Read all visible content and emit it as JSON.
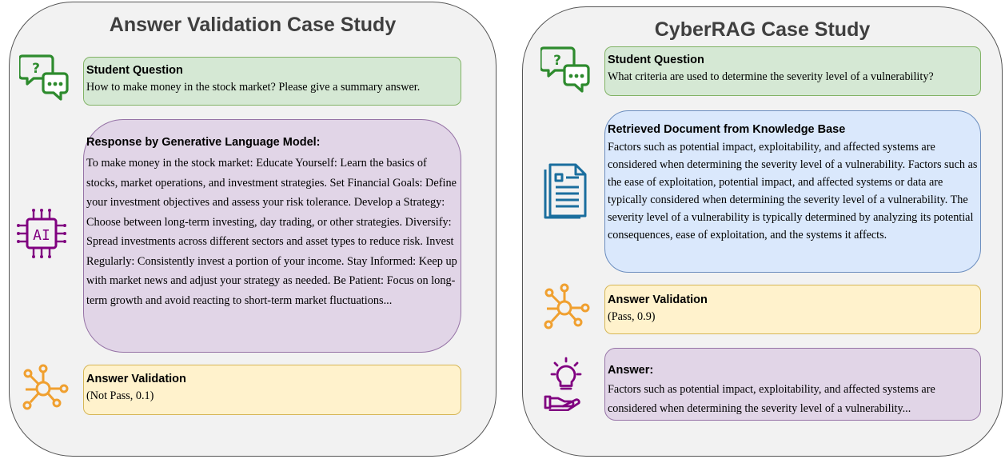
{
  "left_panel": {
    "title": "Answer Validation Case Study",
    "student_question": {
      "title": "Student Question",
      "text": "How to make money in the stock market? Please give a summary answer."
    },
    "response": {
      "title": "Response by Generative Language Model:",
      "text": "To make money in the stock market: Educate Yourself: Learn the basics of stocks, market operations, and investment strategies. Set Financial Goals: Define your investment objectives and assess your risk tolerance. Develop a Strategy: Choose between long-term investing, day trading, or other strategies. Diversify: Spread investments across different sectors and asset types to reduce risk. Invest Regularly: Consistently invest a portion of your income. Stay Informed: Keep up with market news and adjust your strategy as needed. Be Patient: Focus on long-term growth and avoid reacting to short-term market fluctuations..."
    },
    "validation": {
      "title": "Answer Validation",
      "text": "(Not Pass, 0.1)"
    },
    "ai_chip_label": "AI"
  },
  "right_panel": {
    "title": "CyberRAG Case Study",
    "student_question": {
      "title": "Student Question",
      "text": "What criteria are used to determine the severity level of a vulnerability?"
    },
    "retrieved": {
      "title": "Retrieved Document from Knowledge Base",
      "text": "Factors such as potential impact, exploitability, and affected systems are considered when determining the severity level of a vulnerability. Factors such as the ease of exploitation, potential impact, and affected systems or data are typically considered when determining the severity level of a vulnerability. The severity level of a vulnerability is typically determined by analyzing its potential consequences, ease of exploitation, and the systems it affects."
    },
    "validation": {
      "title": "Answer Validation",
      "text": "(Pass, 0.9)"
    },
    "answer": {
      "title": "Answer:",
      "text": "Factors such as potential impact, exploitability, and affected systems are considered when determining the severity level of a vulnerability..."
    }
  },
  "icons": {
    "question": "chat-question-icon",
    "ai": "ai-chip-icon",
    "network": "network-hub-icon",
    "document": "document-icon",
    "idea": "lightbulb-hand-icon"
  },
  "colors": {
    "green_fill": "#d5e8d4",
    "green_border": "#82b366",
    "purple_fill": "#e1d5e7",
    "purple_border": "#9673a6",
    "blue_fill": "#dae8fc",
    "blue_border": "#6c8ebf",
    "yellow_fill": "#fff2cc",
    "yellow_border": "#d6b656",
    "icon_green": "#2e8b2e",
    "icon_purple": "#800080",
    "icon_orange": "#f0a030",
    "icon_blue": "#1a6e9e"
  }
}
